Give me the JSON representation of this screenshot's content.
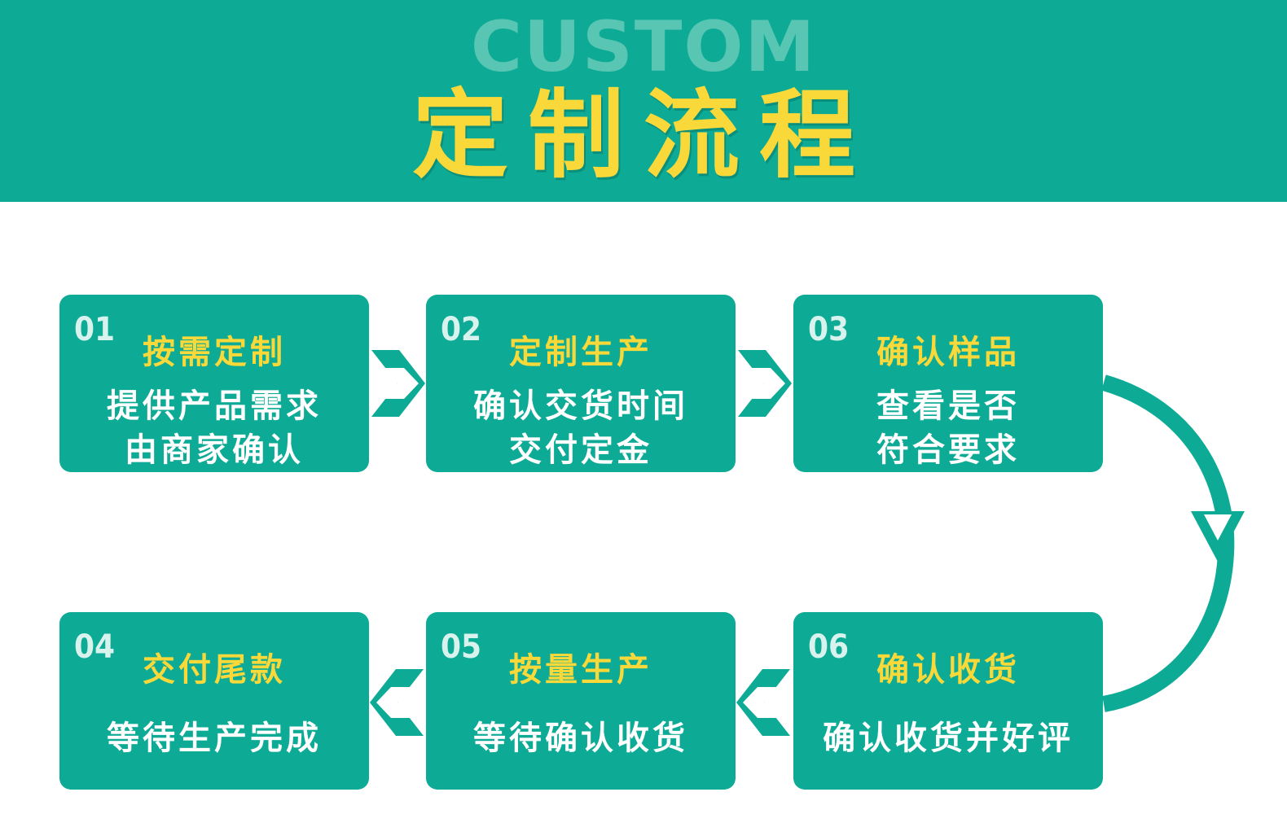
{
  "header": {
    "subtitle": "CUSTOM",
    "title": "定制流程"
  },
  "steps": [
    {
      "num": "01",
      "title": "按需定制",
      "desc": "提供产品需求\n由商家确认"
    },
    {
      "num": "02",
      "title": "定制生产",
      "desc": "确认交货时间\n交付定金"
    },
    {
      "num": "03",
      "title": "确认样品",
      "desc": "查看是否\n符合要求"
    },
    {
      "num": "04",
      "title": "交付尾款",
      "desc": "等待生产完成"
    },
    {
      "num": "05",
      "title": "按量生产",
      "desc": "等待确认收货"
    },
    {
      "num": "06",
      "title": "确认收货",
      "desc": "确认收货并好评"
    }
  ],
  "colors": {
    "teal": "#0dab95",
    "yellow": "#f9d83a",
    "white": "#ffffff",
    "subtitle": "#58c6b3"
  }
}
